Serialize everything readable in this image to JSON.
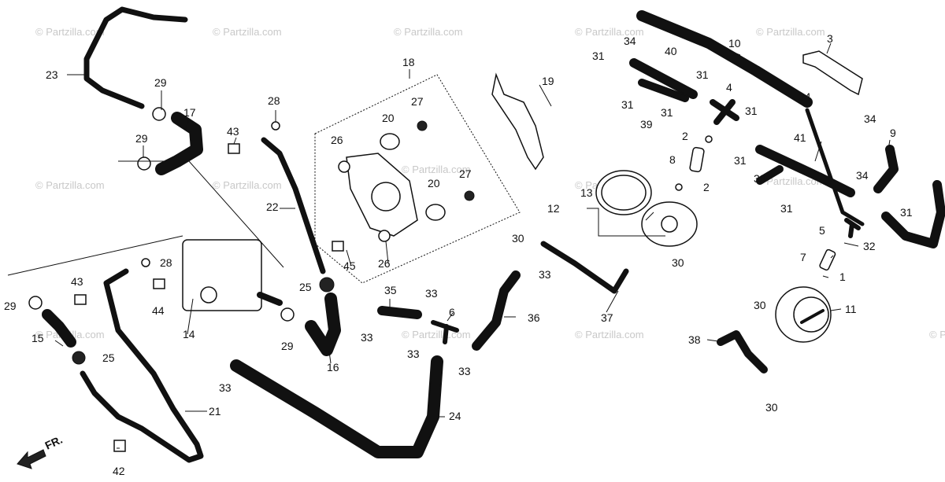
{
  "watermark": "© Partzilla.com",
  "front_label": "FR.",
  "labels": {
    "p1": "1",
    "p2a": "2",
    "p2b": "2",
    "p3": "3",
    "p4": "4",
    "p5": "5",
    "p6": "6",
    "p7": "7",
    "p8": "8",
    "p9": "9",
    "p10": "10",
    "p11": "11",
    "p12": "12",
    "p13": "13",
    "p14": "14",
    "p15": "15",
    "p16": "16",
    "p17": "17",
    "p18": "18",
    "p19": "19",
    "p20a": "20",
    "p20b": "20",
    "p21": "21",
    "p22": "22",
    "p23": "23",
    "p24": "24",
    "p25a": "25",
    "p25b": "25",
    "p26a": "26",
    "p26b": "26",
    "p27a": "27",
    "p27b": "27",
    "p28a": "28",
    "p28b": "28",
    "p29a": "29",
    "p29b": "29",
    "p29c": "29",
    "p29d": "29",
    "p30a": "30",
    "p30b": "30",
    "p30c": "30",
    "p30d": "30",
    "p31a": "31",
    "p31b": "31",
    "p31c": "31",
    "p31d": "31",
    "p31e": "31",
    "p31f": "31",
    "p31g": "31",
    "p31h": "31",
    "p32": "32",
    "p33a": "33",
    "p33b": "33",
    "p33c": "33",
    "p33d": "33",
    "p33e": "33",
    "p33f": "33",
    "p34a": "34",
    "p34b": "34",
    "p34c": "34",
    "p34d": "34",
    "p35": "35",
    "p36": "36",
    "p37": "37",
    "p38": "38",
    "p39a": "39",
    "p39b": "39",
    "p40": "40",
    "p41": "41",
    "p42": "42",
    "p43a": "43",
    "p43b": "43",
    "p44": "44",
    "p45": "45"
  }
}
